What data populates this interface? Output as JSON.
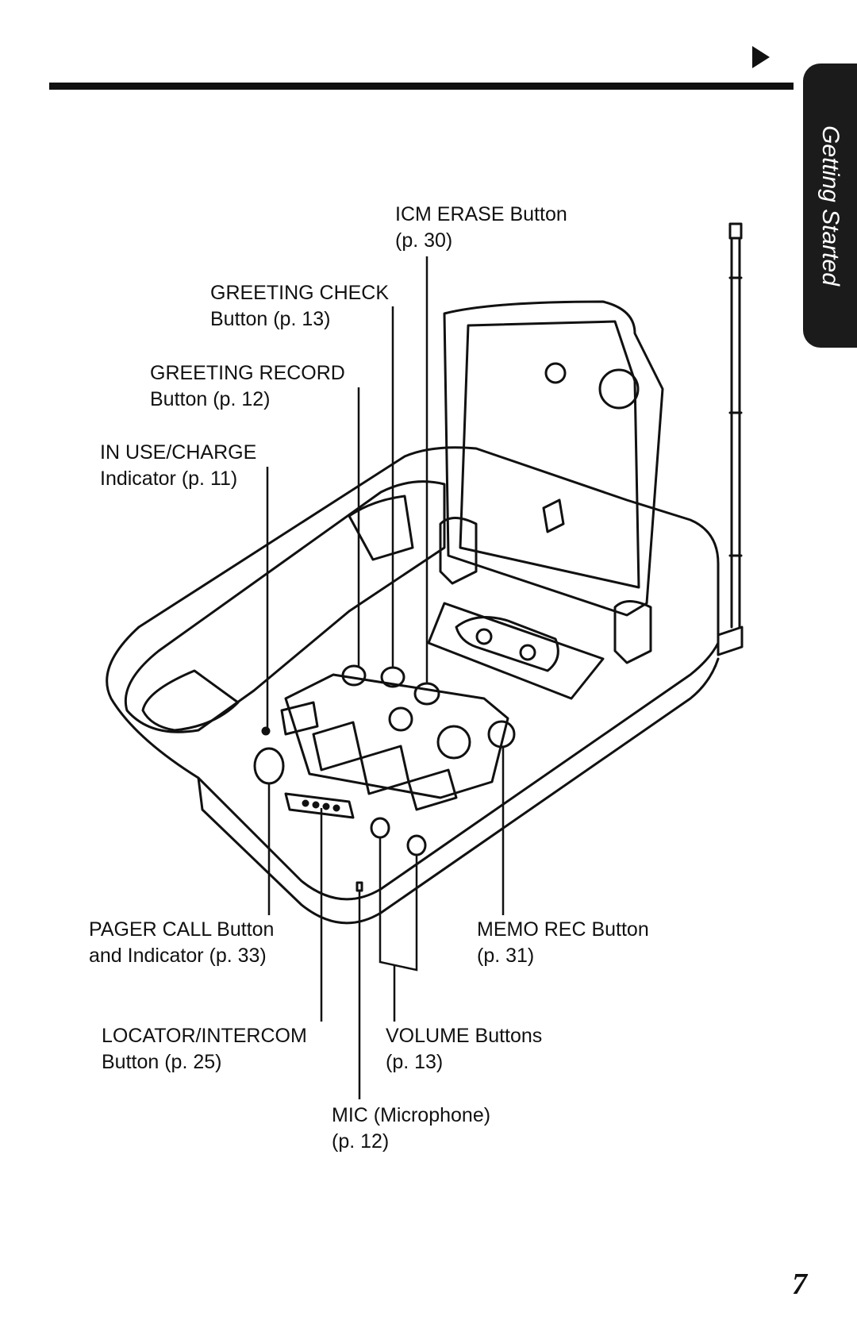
{
  "side_tab": {
    "label": "Getting Started"
  },
  "page_number": "7",
  "callouts": {
    "icm_erase": {
      "line1": "ICM ERASE Button",
      "line2": "(p. 30)"
    },
    "greeting_check": {
      "line1": "GREETING CHECK",
      "line2": "Button (p. 13)"
    },
    "greeting_record": {
      "line1": "GREETING RECORD",
      "line2": "Button (p. 12)"
    },
    "in_use_charge": {
      "line1": "IN USE/CHARGE",
      "line2": "Indicator (p. 11)"
    },
    "pager_call": {
      "line1": "PAGER CALL Button",
      "line2": "and Indicator (p. 33)"
    },
    "memo_rec": {
      "line1": "MEMO REC Button",
      "line2": "(p. 31)"
    },
    "locator_intercom": {
      "line1": "LOCATOR/INTERCOM",
      "line2": "Button (p. 25)"
    },
    "volume": {
      "line1": "VOLUME Buttons",
      "line2": "(p. 13)"
    },
    "mic": {
      "line1": "MIC (Microphone)",
      "line2": "(p. 12)"
    }
  },
  "icons": {
    "continue_arrow": "right-pointing-arrow",
    "device": "cordless-phone-base-unit"
  }
}
